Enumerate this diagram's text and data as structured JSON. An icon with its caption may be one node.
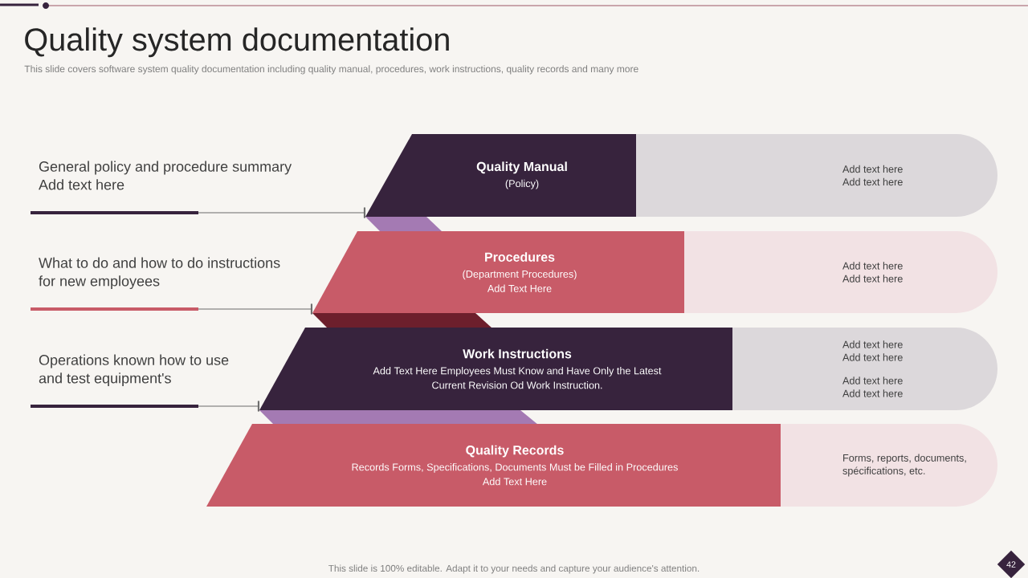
{
  "diagram": {
    "title": "Quality system documentation",
    "nodes": [
      {
        "text": [
          "General policy and procedure summary",
          "Add text here"
        ]
      },
      {
        "text": [
          "Quality Manual",
          "(Policy)"
        ]
      },
      {
        "text": [
          "Add text here",
          "Add text here"
        ]
      },
      {
        "text": [
          "What to do and how to do instructions for new employees"
        ]
      },
      {
        "text": [
          "Procedures",
          "(Department Procedures)",
          "Add Text Here"
        ]
      },
      {
        "text": [
          "Add text here",
          "Add text here"
        ]
      },
      {
        "text": [
          "Operations known how to use and test equipment's"
        ]
      },
      {
        "text": [
          "Work Instructions",
          "Add Text Here Employees Must Know and Have Only the Latest Current Revision Od Work Instruction."
        ]
      },
      {
        "text": [
          "Add text here",
          "Add text here",
          "Add text here",
          "Add text here"
        ]
      },
      {
        "text": [
          "Quality Records",
          "Records Forms, Specifications, Documents Must be Filled in Procedures",
          "Add Text Here"
        ]
      },
      {
        "text": [
          "Forms, reports, documents, spécifications, etc."
        ]
      }
    ],
    "edges": [
      {
        "from": 0,
        "to": 1,
        "arrow": "other"
      },
      {
        "from": 3,
        "to": 4,
        "arrow": "other"
      },
      {
        "from": 6,
        "to": 7,
        "arrow": "other"
      }
    ],
    "labels": [
      "This slide covers software system quality documentation including quality manual, procedures, work instructions, quality records and many more",
      "This slide is 100% editable. Adapt it to your needs and capture your audience's attention.",
      "42"
    ]
  }
}
